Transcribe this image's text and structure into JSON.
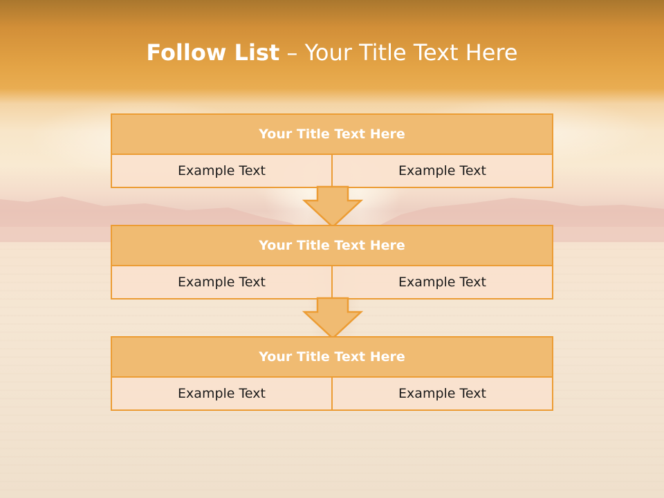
{
  "slide": {
    "title_bold": "Follow List",
    "title_rest": " – Your Title Text Here"
  },
  "colors": {
    "accent": "#ec9c33",
    "title_fill": "#f0bb72",
    "row_fill": "#fae2ce",
    "header_band": "#e3a345"
  },
  "blocks": [
    {
      "title": "Your Title Text Here",
      "left": "Example Text",
      "right": "Example Text"
    },
    {
      "title": "Your Title Text Here",
      "left": "Example Text",
      "right": "Example Text"
    },
    {
      "title": "Your Title Text Here",
      "left": "Example Text",
      "right": "Example Text"
    }
  ],
  "connectors": [
    "down-arrow-icon",
    "down-arrow-icon"
  ]
}
